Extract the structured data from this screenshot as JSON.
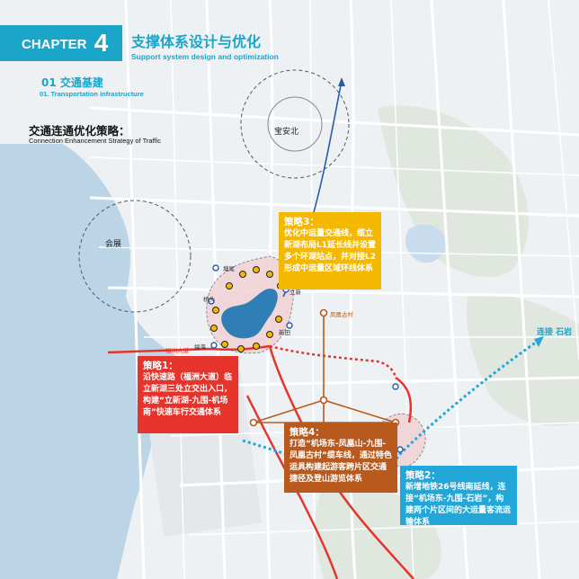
{
  "header": {
    "chapter_label": "CHAPTER",
    "chapter_number": "4",
    "title_cn": "支撑体系设计与优化",
    "title_en": "Support system design and optimization",
    "section_cn": "01 交通基建",
    "section_en": "01. Transportation infrastructure",
    "strategy_cn": "交通连通优化策略：",
    "strategy_en": "Connection Enhancement Strategy of Traffic"
  },
  "strategies": [
    {
      "title": "策略1：",
      "body": "沿快速路（福洲大道）临立新湖三处立交出入口，构建“立新湖-九围-机场南”快速车行交通体系",
      "color": "#e6342c"
    },
    {
      "title": "策略2：",
      "body": "新增地铁26号线南延线，连接“机场东-九围-石岩”，构建两个片区间的大运量客流运输体系",
      "color": "#22a7d8"
    },
    {
      "title": "策略3：",
      "body": "优化中运量交通线，缆立新湖布局L1延长线并设置多个环湖站点，并对接L2形成中运量区域环线体系",
      "color": "#f5b800"
    },
    {
      "title": "策略4：",
      "body": "打造“机场东-凤凰山-九围-凤凰古村”缆车线，通过特色运具构建起游客跨片区交通捷径及登山游览体系",
      "color": "#b85a1e"
    }
  ],
  "map_labels": {
    "baoanbei": "宝安北",
    "huizhan": "会展",
    "fenghuang_village": "凤凰古村",
    "connect_shiyan": "连接 石岩",
    "tangwei": "塘尾",
    "qiaotou": "桥头",
    "lixin": "立新",
    "xintian": "新田",
    "fuhai": "福海",
    "fuzhou_road": "福洲大道"
  },
  "colors": {
    "brand": "#1aa5c9",
    "water": "#bcd5e6",
    "land": "#eef1f3",
    "lake": "#2f7fb6",
    "road": "#ffffff"
  }
}
